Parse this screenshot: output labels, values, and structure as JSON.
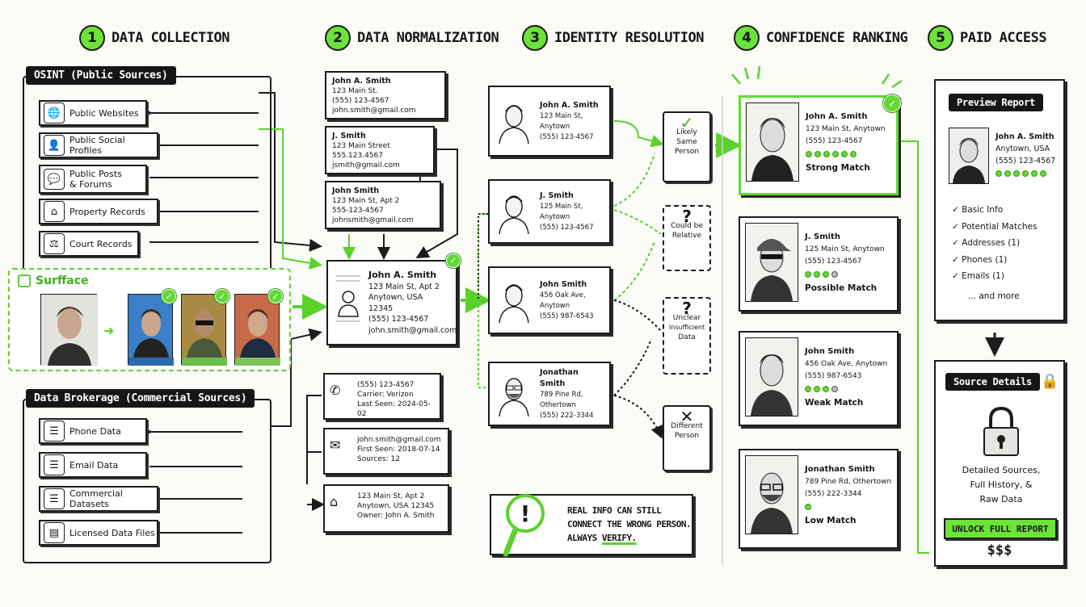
{
  "steps": [
    {
      "num": "1",
      "title": "Data Collection"
    },
    {
      "num": "2",
      "title": "Data Normalization"
    },
    {
      "num": "3",
      "title": "Identity Resolution"
    },
    {
      "num": "4",
      "title": "Confidence Ranking"
    },
    {
      "num": "5",
      "title": "Paid Access"
    }
  ],
  "osint": {
    "title": "OSINT (Public Sources)",
    "items": [
      "Public Websites",
      "Public Social Profiles",
      "Public Posts & Forums",
      "Property Records",
      "Court Records"
    ],
    "icons": [
      "globe-icon",
      "profile-icon",
      "chat-icon",
      "house-icon",
      "scales-icon"
    ]
  },
  "surfface": {
    "title": "Surfface"
  },
  "brokerage": {
    "title": "Data Brokerage (Commercial Sources)",
    "items": [
      "Phone Data",
      "Email Data",
      "Commercial Datasets",
      "Licensed Data Files"
    ],
    "icons": [
      "database-icon",
      "database-icon",
      "database-icon",
      "file-icon"
    ]
  },
  "raw_records": [
    {
      "name": "John A. Smith",
      "address": "123 Main St.",
      "phone": "(555) 123-4567",
      "email": "john.smith@gmail.com"
    },
    {
      "name": "J. Smith",
      "address": "123 Main Street",
      "phone": "555.123.4567",
      "email": "jsmith@gmail.com"
    },
    {
      "name": "John Smith",
      "address": "123 Main St, Apt 2",
      "phone": "555-123-4567",
      "email": "johnsmith@gmail.com"
    }
  ],
  "normalized": {
    "name": "John A. Smith",
    "line1": "123 Main St, Apt 2",
    "line2": "Anytown, USA 12345",
    "phone": "(555) 123-4567",
    "email": "john.smith@gmail.com"
  },
  "broker_records": [
    {
      "l1": "(555) 123-4567",
      "l2": "Carrier: Verizon",
      "l3": "Last Seen: 2024-05-02",
      "icon": "phone-icon"
    },
    {
      "l1": "john.smith@gmail.com",
      "l2": "First Seen: 2018-07-14",
      "l3": "Sources: 12",
      "icon": "envelope-icon"
    },
    {
      "l1": "123 Main St, Apt 2",
      "l2": "Anytown, USA 12345",
      "l3": "Owner: John A. Smith",
      "icon": "house-icon"
    }
  ],
  "identities": [
    {
      "name": "John A. Smith",
      "address": "123 Main St, Anytown",
      "phone": "(555) 123-4567"
    },
    {
      "name": "J. Smith",
      "address": "125 Main St, Anytown",
      "phone": "(555) 123-4567"
    },
    {
      "name": "John Smith",
      "address": "456 Oak Ave, Anytown",
      "phone": "(555) 987-6543"
    },
    {
      "name": "Jonathan Smith",
      "address": "789 Pine Rd, Othertown",
      "phone": "(555) 222-3344"
    }
  ],
  "decisions": [
    {
      "symbol": "✓",
      "l1": "Likely",
      "l2": "Same",
      "l3": "Person"
    },
    {
      "symbol": "?",
      "l1": "Could be",
      "l2": "Relative",
      "l3": ""
    },
    {
      "symbol": "?",
      "l1": "Unclear",
      "l2": "Insufficient",
      "l3": "Data"
    },
    {
      "symbol": "✕",
      "l1": "Different",
      "l2": "Person",
      "l3": ""
    }
  ],
  "warning": {
    "line1": "Real info can still",
    "line2": "connect the wrong person.",
    "line3": "Always",
    "emph": "verify."
  },
  "ranking": [
    {
      "name": "John A. Smith",
      "address": "123 Main St, Anytown",
      "phone": "(555) 123-4567",
      "score": 6,
      "label": "Strong Match"
    },
    {
      "name": "J. Smith",
      "address": "125 Main St, Anytown",
      "phone": "(555) 123-4567",
      "score": 3,
      "label": "Possible Match"
    },
    {
      "name": "John Smith",
      "address": "456 Oak Ave, Anytown",
      "phone": "(555) 987-6543",
      "score": 3,
      "label": "Weak Match"
    },
    {
      "name": "Jonathan Smith",
      "address": "789 Pine Rd, Othertown",
      "phone": "(555) 222-3344",
      "score": 1,
      "label": "Low Match"
    }
  ],
  "preview": {
    "title": "Preview Report",
    "name": "John A. Smith",
    "location": "Anytown, USA",
    "phone": "(555) 123-4567",
    "items": [
      "Basic Info",
      "Potential Matches",
      "Addresses (1)",
      "Phones (1)",
      "Emails (1)"
    ],
    "more": "... and more"
  },
  "source_details": {
    "title": "Source Details",
    "line1": "Detailed Sources,",
    "line2": "Full History, &",
    "line3": "Raw Data",
    "button": "Unlock Full Report",
    "price": "$$$"
  },
  "colors": {
    "accent": "#62d934",
    "ink": "#1c1c1c"
  }
}
